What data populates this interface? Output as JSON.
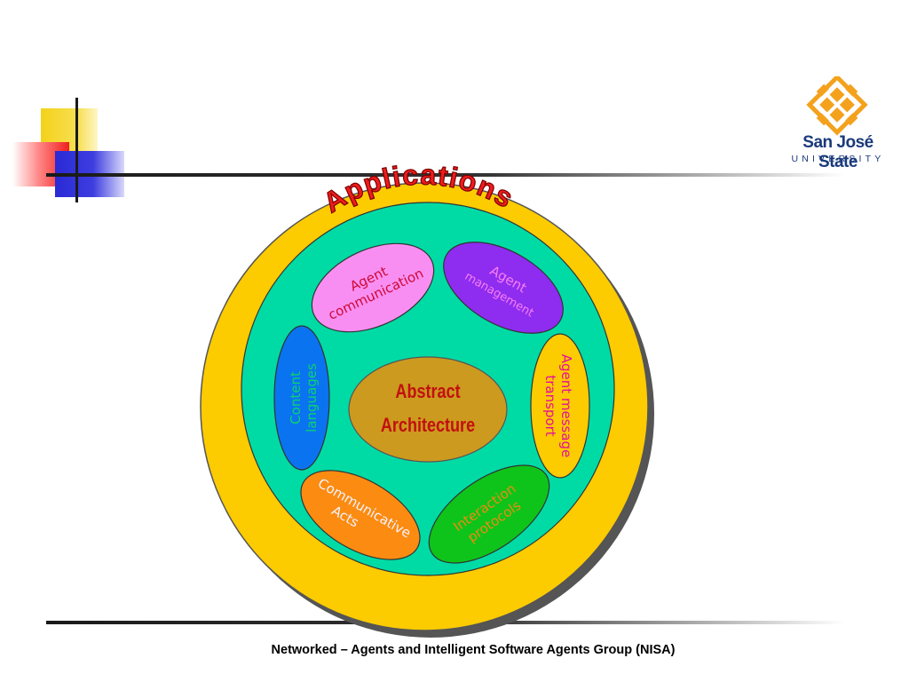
{
  "logo": {
    "name": "San José State",
    "subtitle": "UNIVERSITY"
  },
  "diagram": {
    "outer_label": "Applications",
    "center_line1": "Abstract",
    "center_line2": "Architecture",
    "components": {
      "agent_communication": [
        "Agent",
        "communication"
      ],
      "agent_management": [
        "Agent",
        "management"
      ],
      "content_languages": [
        "Content",
        "languages"
      ],
      "agent_message_transport": [
        "Agent message",
        "transport"
      ],
      "communicative_acts": [
        "Communicative",
        "Acts"
      ],
      "interaction_protocols": [
        "Interaction",
        "protocols"
      ]
    }
  },
  "footer": "Networked – Agents and Intelligent Software Agents Group (NISA)",
  "colors": {
    "outer_ring": "#fccb00",
    "inner_circle": "#00dba5",
    "center": "#cc9a1e",
    "agent_communication": "#f98ef2",
    "agent_management": "#8e2cf0",
    "content_languages": "#0a73f0",
    "agent_message_transport": "#fccb00",
    "communicative_acts": "#fb8c11",
    "interaction_protocols": "#0ec41a"
  }
}
